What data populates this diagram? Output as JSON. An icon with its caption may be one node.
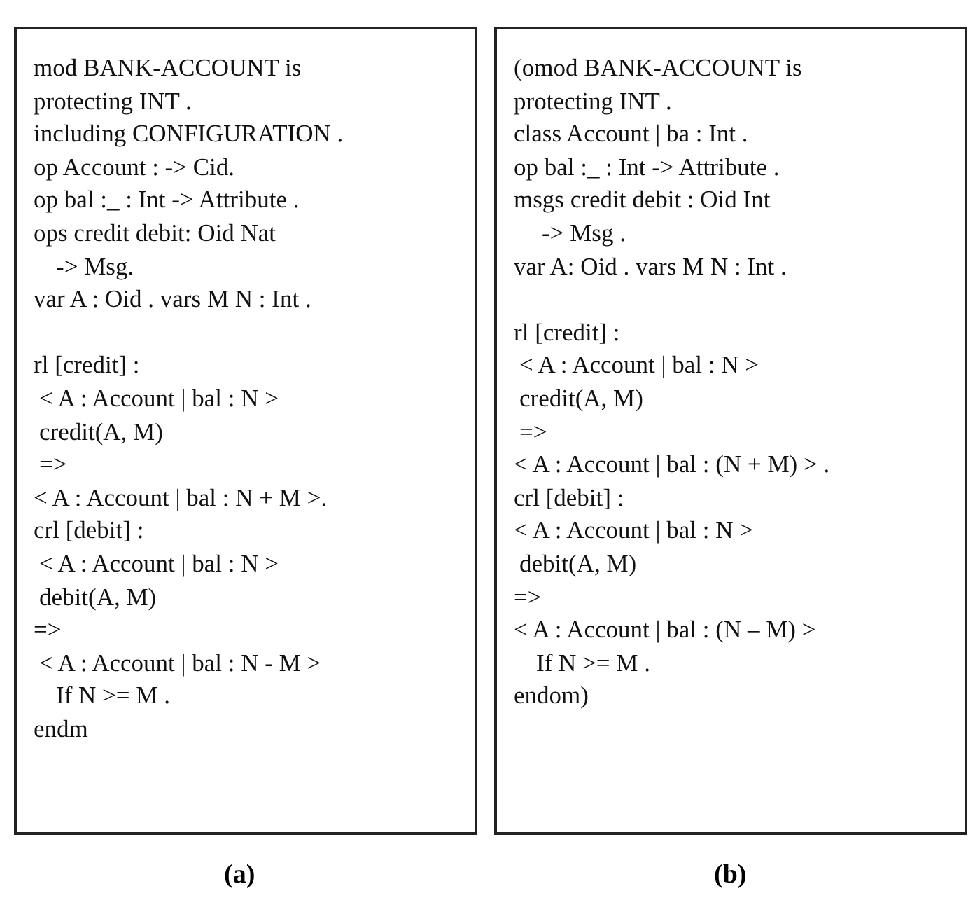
{
  "diagram": {
    "nodes": [
      {
        "text": [
          "mod BANK-ACCOUNT is",
          "protecting INT .",
          "including CONFIGURATION .",
          "op Account : -> Cid.",
          "op bal :_ : Int -> Attribute .",
          "ops credit debit: Oid Nat",
          "-> Msg.",
          "var A : Oid . vars M N : Int .",
          "rl [credit] :",
          "< A : Account | bal : N >",
          "credit(A, M)",
          "=>",
          "< A : Account | bal : N + M >.",
          "crl [debit] :",
          "< A : Account | bal : N >",
          "debit(A, M)",
          "=>",
          "< A : Account | bal : N - M >",
          "If N >= M .",
          "endm"
        ],
        "beside": [
          "(a)"
        ]
      },
      {
        "text": [
          "(omod BANK-ACCOUNT is",
          "protecting INT .",
          "class Account | ba : Int .",
          "op bal :_ : Int -> Attribute .",
          "msgs credit debit : Oid Int",
          "-> Msg .",
          "var A: Oid . vars M N : Int .",
          "rl [credit] :",
          "< A : Account | bal : N >",
          "credit(A, M)",
          "=>",
          "< A : Account | bal : (N + M) > .",
          "crl [debit] :",
          "< A : Account | bal : N >",
          "debit(A, M)",
          "=>",
          "< A : Account | bal : (N – M) >",
          "If N >= M .",
          "endom)"
        ],
        "beside": [
          "(b)"
        ]
      }
    ]
  }
}
